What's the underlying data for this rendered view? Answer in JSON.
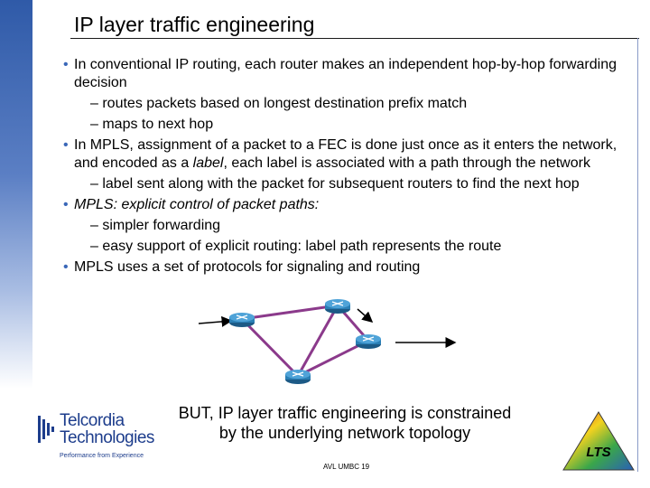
{
  "title": "IP layer traffic engineering",
  "bullets": [
    {
      "text": "In conventional IP routing, each router makes an independent hop-by-hop forwarding decision",
      "subs": [
        "– routes packets based on longest destination prefix match",
        "– maps to next hop"
      ]
    },
    {
      "text_pre": "In MPLS, assignment of a packet to a FEC is done just once as it enters the network, and encoded as a ",
      "text_italic": "label",
      "text_post": ", each label is associated with a path through the network",
      "subs": [
        "– label sent along with the packet for subsequent routers to find the next hop"
      ]
    },
    {
      "text_pre": "MPLS: ",
      "text_italic": "explicit control of packet paths:",
      "subs": [
        "– simpler forwarding",
        "– easy support of explicit routing: label path represents the route"
      ]
    },
    {
      "text": "MPLS uses a set of protocols for signaling and routing",
      "subs": []
    }
  ],
  "caption_line1": "BUT, IP layer traffic engineering is constrained",
  "caption_line2": "by the underlying network topology",
  "logo": {
    "line1": "Telcordia",
    "line2": "Technologies",
    "tagline_1": "Performance from Experience"
  },
  "footer": "AVL UMBC 19",
  "lts_label": "LTS",
  "colors": {
    "bar": "#2f5aa8",
    "bullet": "#3a67b8",
    "link": "#8b3a8b",
    "router": "#2a7fb5"
  }
}
